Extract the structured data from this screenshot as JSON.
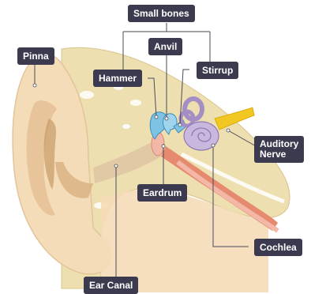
{
  "labels": {
    "small_bones": "Small bones",
    "anvil": "Anvil",
    "hammer": "Hammer",
    "stirrup": "Stirrup",
    "pinna": "Pinna",
    "auditory_nerve_line1": "Auditory",
    "auditory_nerve_line2": "Nerve",
    "eardrum": "Eardrum",
    "cochlea": "Cochlea",
    "ear_canal": "Ear Canal"
  },
  "colors": {
    "label_background": "#3b3a4e",
    "label_text": "#ffffff",
    "skin": "#f5dcb8",
    "bone": "#eedfb0",
    "canal": "#e2c9a6",
    "ossicles": "#7ec3e3",
    "cochlea": "#c9b8de",
    "eardrum": "#f3b7a8",
    "nerve": "#f2c623",
    "vessel": "#e58a6f",
    "leader_line": "#4a4a5a"
  }
}
